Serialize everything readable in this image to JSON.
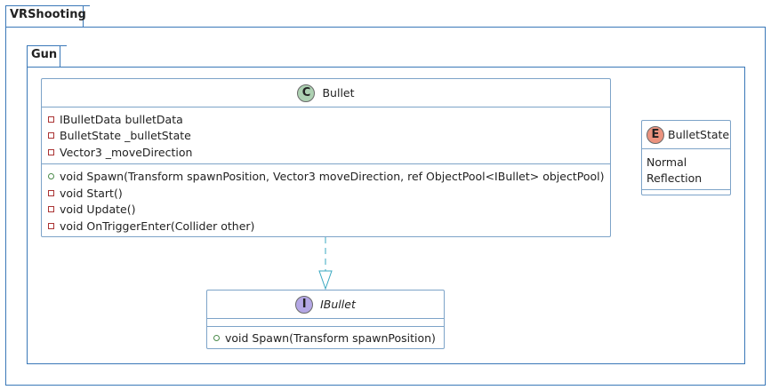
{
  "packages": {
    "outer": {
      "name": "VRShooting"
    },
    "inner": {
      "name": "Gun"
    }
  },
  "bullet_class": {
    "stereotype_letter": "C",
    "stereotype_color": "#add1b2",
    "name": "Bullet",
    "fields": [
      {
        "text": "IBulletData bulletData"
      },
      {
        "text": "BulletState _bulletState"
      },
      {
        "text": "Vector3 _moveDirection"
      }
    ],
    "methods": [
      {
        "visibility": "public",
        "text": "void Spawn(Transform spawnPosition, Vector3 moveDirection, ref ObjectPool<IBullet> objectPool)"
      },
      {
        "visibility": "private",
        "text": "void Start()"
      },
      {
        "visibility": "private",
        "text": "void Update()"
      },
      {
        "visibility": "private",
        "text": "void OnTriggerEnter(Collider other)"
      }
    ]
  },
  "bulletstate_enum": {
    "stereotype_letter": "E",
    "stereotype_color": "#eb937f",
    "name": "BulletState",
    "values": [
      "Normal",
      "Reflection"
    ]
  },
  "ibullet_interface": {
    "stereotype_letter": "I",
    "stereotype_color": "#b4a7e5",
    "name": "IBullet",
    "methods": [
      {
        "visibility": "public",
        "text": "void Spawn(Transform spawnPosition)"
      }
    ]
  },
  "relation": {
    "type": "realization",
    "color": "#3aa8c1"
  }
}
